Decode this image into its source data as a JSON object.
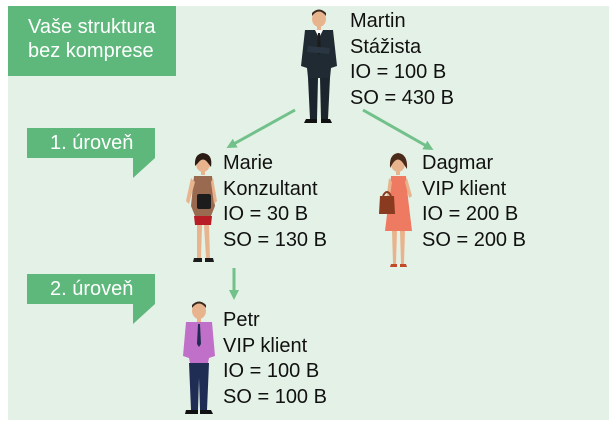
{
  "title_box": {
    "line1": "Vaše struktura",
    "line2": "bez komprese"
  },
  "levels": {
    "level1": "1. úroveň",
    "level2": "2. úroveň"
  },
  "nodes": {
    "martin": {
      "name": "Martin",
      "role": "Stážista",
      "io": "IO = 100 B",
      "so": "SO = 430 B"
    },
    "marie": {
      "name": "Marie",
      "role": "Konzultant",
      "io": "IO = 30 B",
      "so": "SO = 130 B"
    },
    "dagmar": {
      "name": "Dagmar",
      "role": "VIP klient",
      "io": "IO = 200 B",
      "so": "SO = 200 B"
    },
    "petr": {
      "name": "Petr",
      "role": "VIP klient",
      "io": "IO = 100 B",
      "so": "SO = 100 B"
    }
  },
  "colors": {
    "background": "#e4f1e6",
    "label_green": "#5eb87c",
    "arrow_green": "#72c08a"
  },
  "icons": [
    "businessman-icon",
    "woman-with-handbag-icon",
    "woman-vip-client-icon",
    "man-vip-client-icon"
  ]
}
